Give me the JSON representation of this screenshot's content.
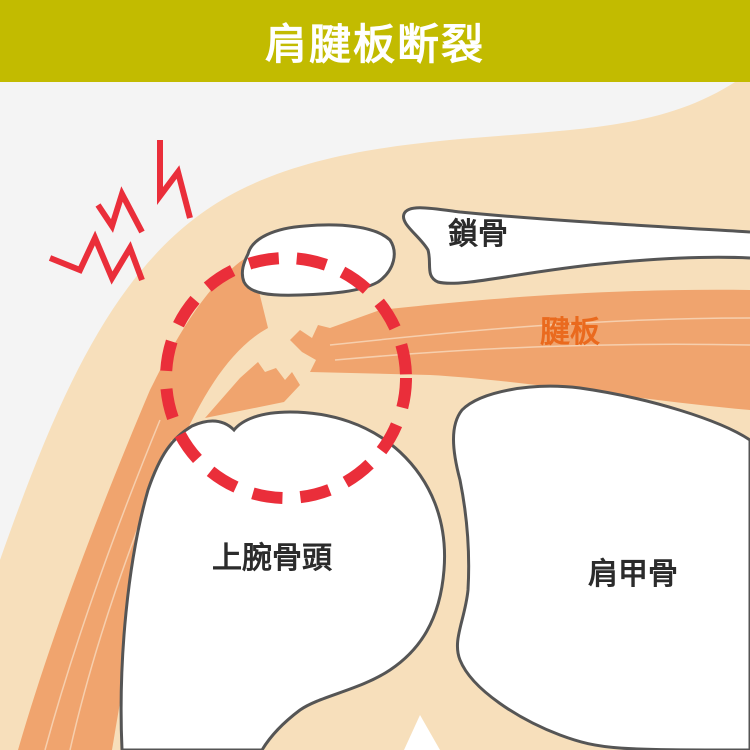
{
  "title": "肩腱板断裂",
  "labels": {
    "clavicle": "鎖骨",
    "tendon": "腱板",
    "humeral_head": "上腕骨頭",
    "scapula": "肩甲骨"
  },
  "colors": {
    "title_bar": "#c2bb00",
    "background": "#f4f4f4",
    "skin": "#f7dfbb",
    "tendon": "#f0a46e",
    "tendon_line": "#f6cfae",
    "bone_fill": "#ffffff",
    "outline": "#555555",
    "tear_circle": "#ea2e3a",
    "pain_mark": "#ea2e3a",
    "tendon_label": "#ea6a1e",
    "label_text": "#2b2b2b"
  }
}
